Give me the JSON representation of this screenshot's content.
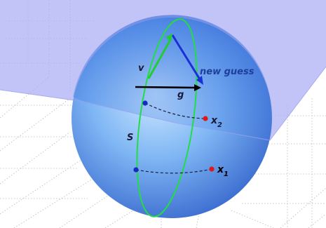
{
  "labels": {
    "v": "v",
    "new_guess": "new guess",
    "g": "g",
    "s": "S",
    "x2": {
      "base": "x",
      "sub": "2"
    },
    "x1": {
      "base": "x",
      "sub": "1"
    }
  },
  "colors": {
    "plane": "#aeb0f4",
    "sphere_light": "#b9dcfb",
    "sphere_mid": "#6ea8f0",
    "sphere_dark": "#2f5fc9",
    "circle": "#22dd44",
    "arrow_v": "#22cc33",
    "arrow_new_guess": "#1a2fd6",
    "arrow_g": "#000000",
    "point_blue": "#1528c8",
    "point_red": "#e01818",
    "dashed": "#1a1a40"
  }
}
